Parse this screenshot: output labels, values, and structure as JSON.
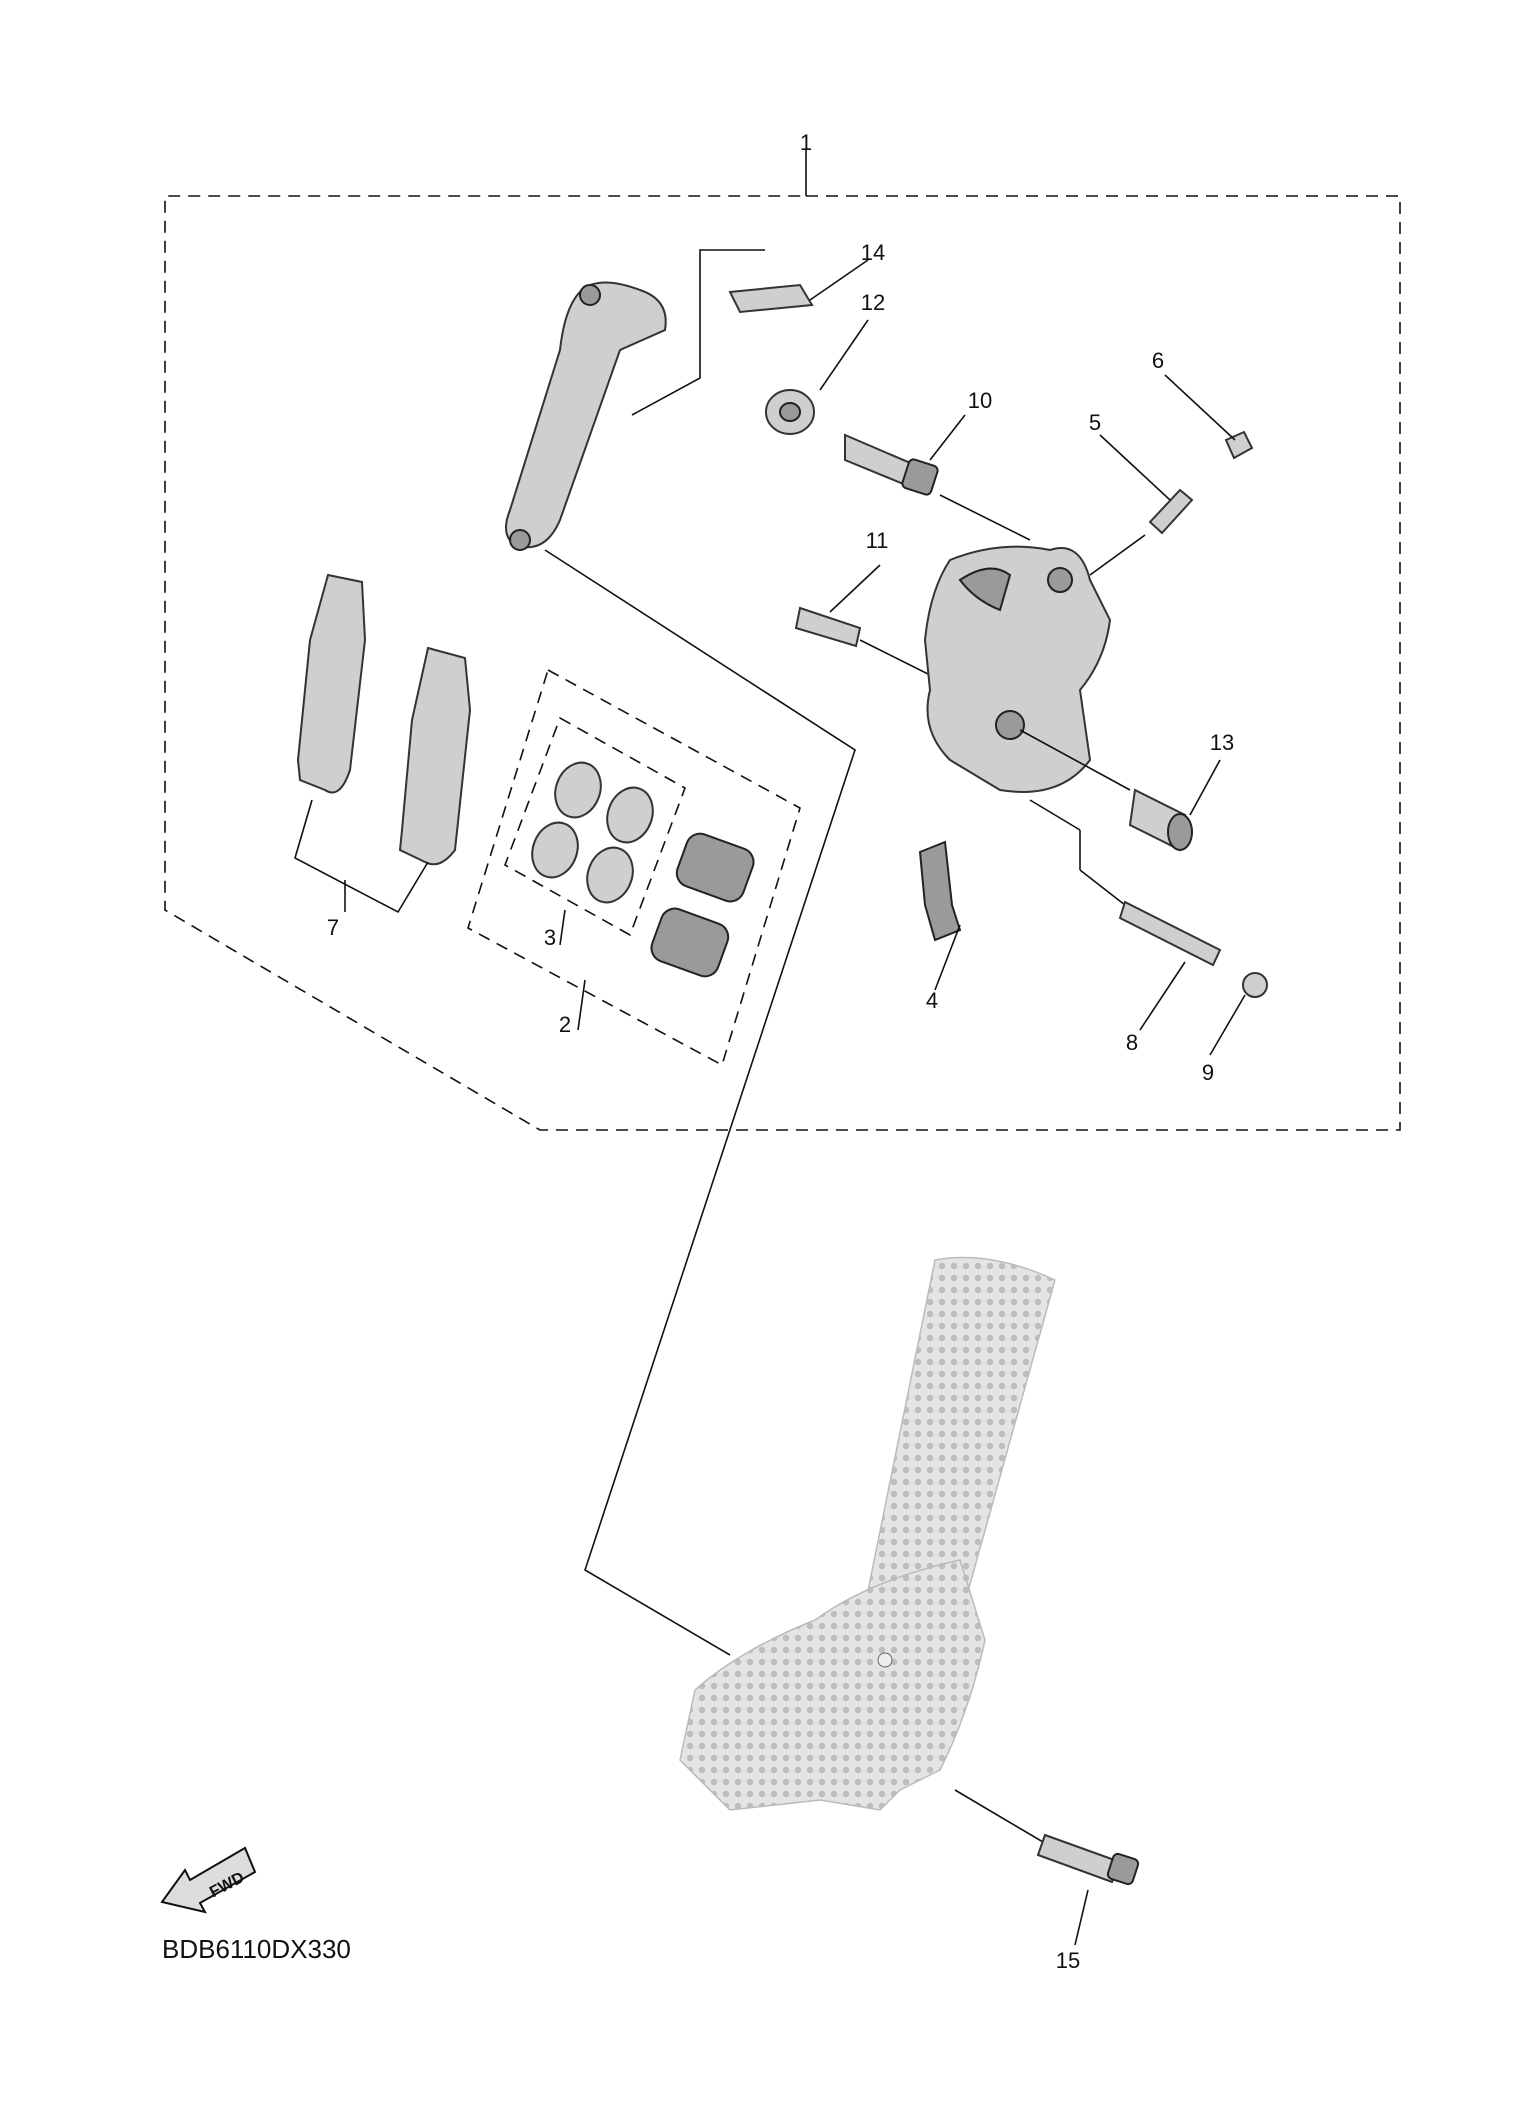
{
  "diagram": {
    "code": "BDB6110DX330",
    "fwd_label": "FWD",
    "callouts": [
      "1",
      "2",
      "3",
      "4",
      "5",
      "6",
      "7",
      "8",
      "9",
      "10",
      "11",
      "12",
      "13",
      "14",
      "15"
    ]
  }
}
